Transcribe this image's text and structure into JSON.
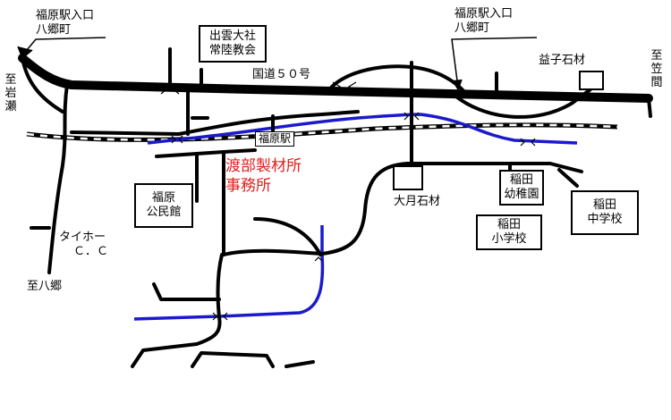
{
  "map": {
    "colors": {
      "road": "#000000",
      "river": "#1a1acc",
      "railway": "#000000",
      "office_text": "#e0201c",
      "background": "#ffffff"
    },
    "labels": {
      "fukuhara_exit_west_line1": "福原駅入口",
      "fukuhara_exit_west_line2": "八郷町",
      "fukuhara_exit_east_line1": "福原駅入口",
      "fukuhara_exit_east_line2": "八郷町",
      "to_iwase": "至岩瀬",
      "to_kasama": "至笠間",
      "to_yasato": "至八郷",
      "route50": "国道５０号",
      "taiho_cc_line1": "タイホー",
      "taiho_cc_line2": "Ｃ．Ｃ",
      "otsuki_stone": "大月石材",
      "mashiko_stone": "益子石材"
    },
    "boxes": {
      "izumo_line1": "出雲大社",
      "izumo_line2": "常陸教会",
      "community_line1": "福原",
      "community_line2": "公民館",
      "kindergarten_line1": "稲田",
      "kindergarten_line2": "幼稚園",
      "elementary_line1": "稲田",
      "elementary_line2": "小学校",
      "junior_high_line1": "稲田",
      "junior_high_line2": "中学校"
    },
    "station": "福原駅",
    "office_line1": "渡部製材所",
    "office_line2": "事務所"
  }
}
